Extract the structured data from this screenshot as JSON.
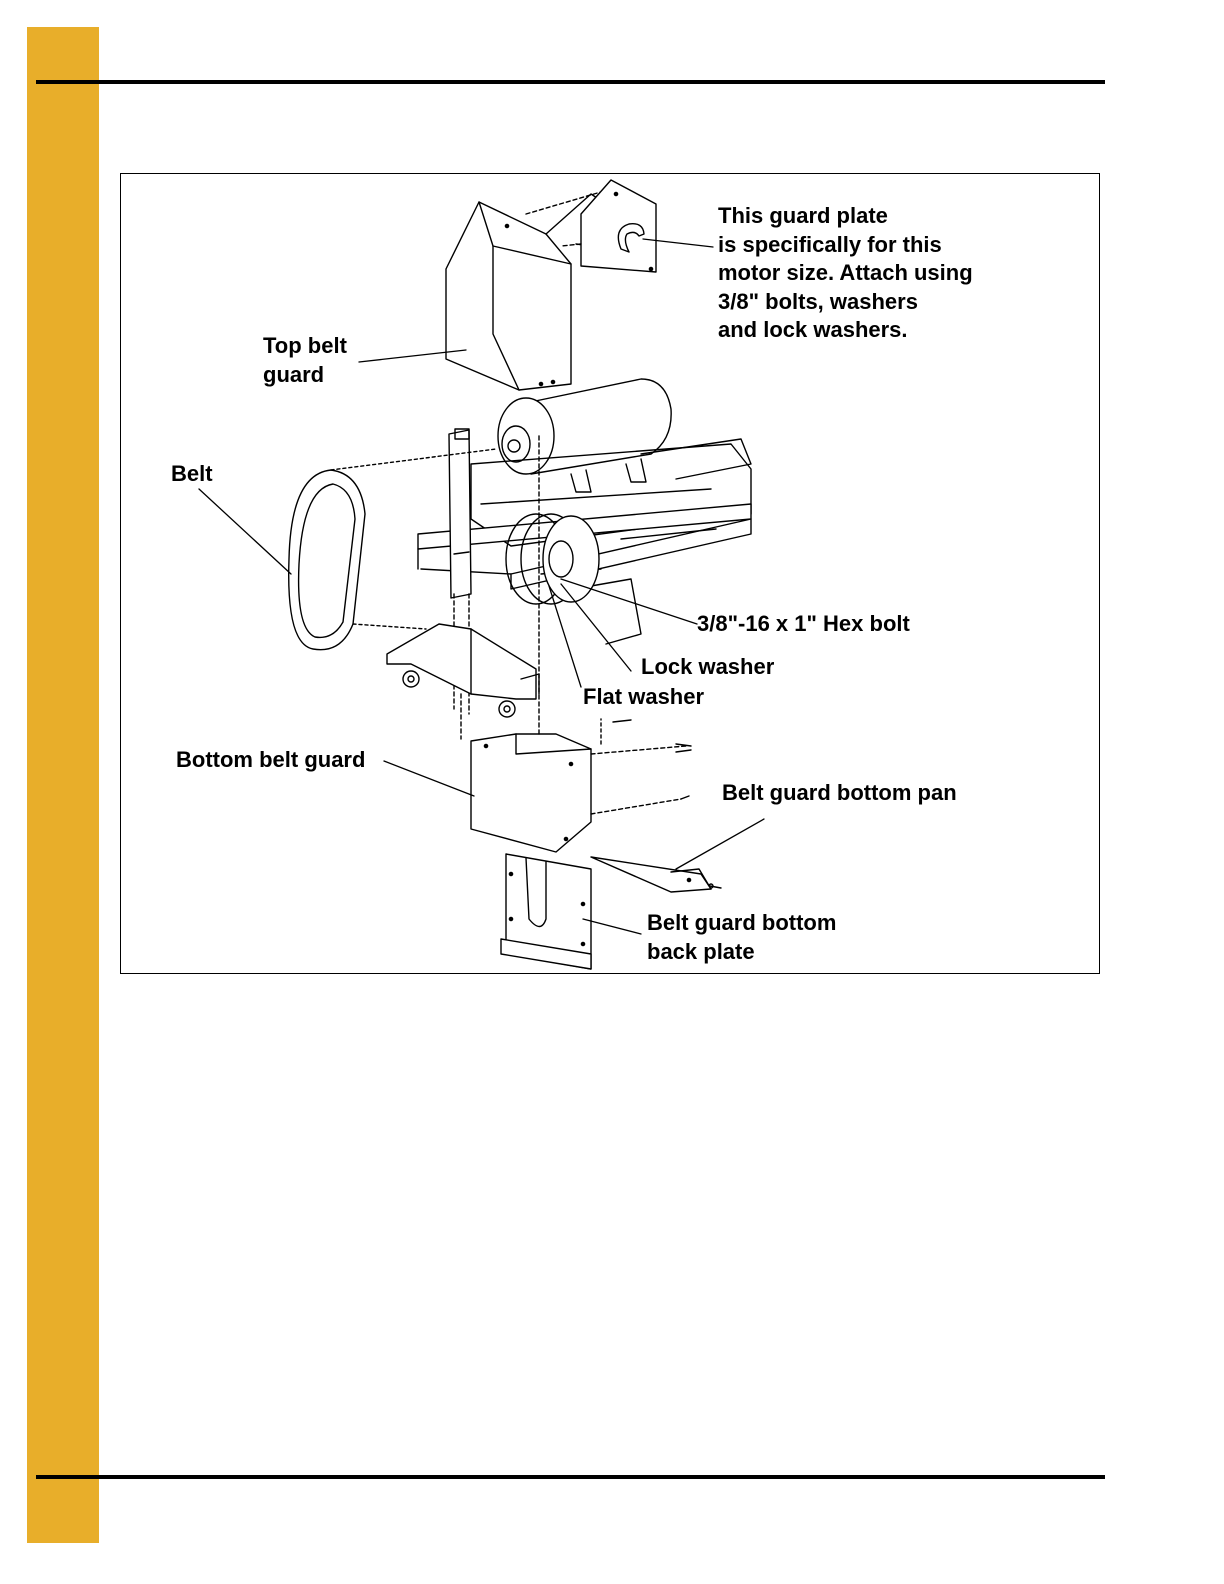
{
  "labels": {
    "guard_plate": [
      "This guard plate",
      "is specifically for this",
      "motor size. Attach using",
      "3/8\" bolts, washers",
      "and lock washers."
    ],
    "top_belt_guard": [
      "Top belt",
      "guard"
    ],
    "belt": "Belt",
    "hex_bolt": "3/8\"-16 x 1\" Hex bolt",
    "lock_washer": "Lock washer",
    "flat_washer": "Flat washer",
    "bottom_belt_guard": "Bottom belt guard",
    "bottom_pan": "Belt guard bottom pan",
    "back_plate": [
      "Belt guard bottom",
      "back plate"
    ]
  },
  "colors": {
    "side_bar": "#E8AE2A",
    "rule": "#000000",
    "line": "#000000"
  }
}
